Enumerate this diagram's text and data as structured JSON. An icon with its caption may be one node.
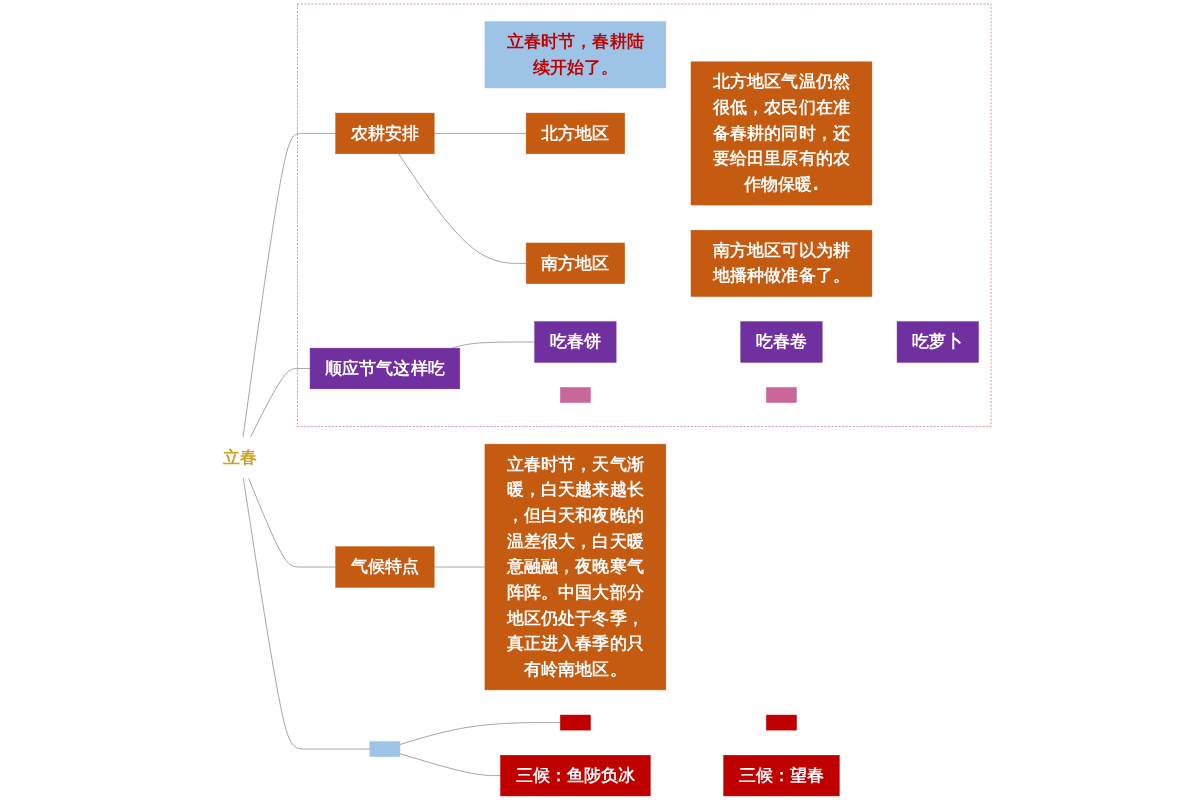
{
  "diagram": {
    "nodes": [
      {
        "text": [
          "立春"
        ]
      },
      {
        "text": [],
        "shape": "box"
      },
      {
        "text": [],
        "shape": "box"
      },
      {
        "text": [],
        "shape": "box"
      },
      {
        "text": [
          "三候：鱼陟负冰"
        ]
      },
      {
        "text": [
          "三候：望春"
        ]
      },
      {
        "text": [
          "气候特点"
        ]
      },
      {
        "text": [
          "立春时节，天气渐暖，白天越来越长，但白天和夜晚的温差很大，白天暖意融融，夜晚寒气阵阵。中国大部分地区仍处于冬季，真正进入春季的只有岭南地区。"
        ]
      },
      {
        "text": [],
        "shape": "box"
      },
      {
        "text": [
          "农耕安排"
        ],
        "in": 8
      },
      {
        "text": [
          "立春时节，春耕陆续开始了。"
        ],
        "in": 8
      },
      {
        "text": [
          "北方地区"
        ],
        "in": 8
      },
      {
        "text": [
          "北方地区气温仍然很低，农民们在准备春耕的同时，还要给田里原有的农作物保暖."
        ],
        "in": 8
      },
      {
        "text": [
          "南方地区"
        ],
        "in": 8
      },
      {
        "text": [
          "南方地区可以为耕地播种做准备了。"
        ],
        "in": 8
      },
      {
        "text": [
          "顺应节气这样吃"
        ],
        "in": 8
      },
      {
        "text": [
          "吃春饼"
        ],
        "in": 8
      },
      {
        "text": [
          "吃春卷"
        ],
        "in": 8
      },
      {
        "text": [
          "吃萝卜"
        ],
        "in": 8
      },
      {
        "text": [],
        "shape": "box",
        "in": 8
      },
      {
        "text": [],
        "shape": "box",
        "in": 8
      }
    ],
    "edges": [
      {
        "from": 0,
        "to": 1,
        "arrow": "none"
      },
      {
        "from": 0,
        "to": 6,
        "arrow": "none"
      },
      {
        "from": 0,
        "to": 9,
        "arrow": "none"
      },
      {
        "from": 0,
        "to": 15,
        "arrow": "none"
      },
      {
        "from": 1,
        "to": 2,
        "arrow": "none"
      },
      {
        "from": 1,
        "to": 4,
        "arrow": "none"
      },
      {
        "from": 6,
        "to": 7,
        "arrow": "none"
      },
      {
        "from": 9,
        "to": 11,
        "arrow": "none"
      },
      {
        "from": 9,
        "to": 13,
        "arrow": "none"
      },
      {
        "from": 15,
        "to": 16,
        "arrow": "none"
      }
    ]
  }
}
